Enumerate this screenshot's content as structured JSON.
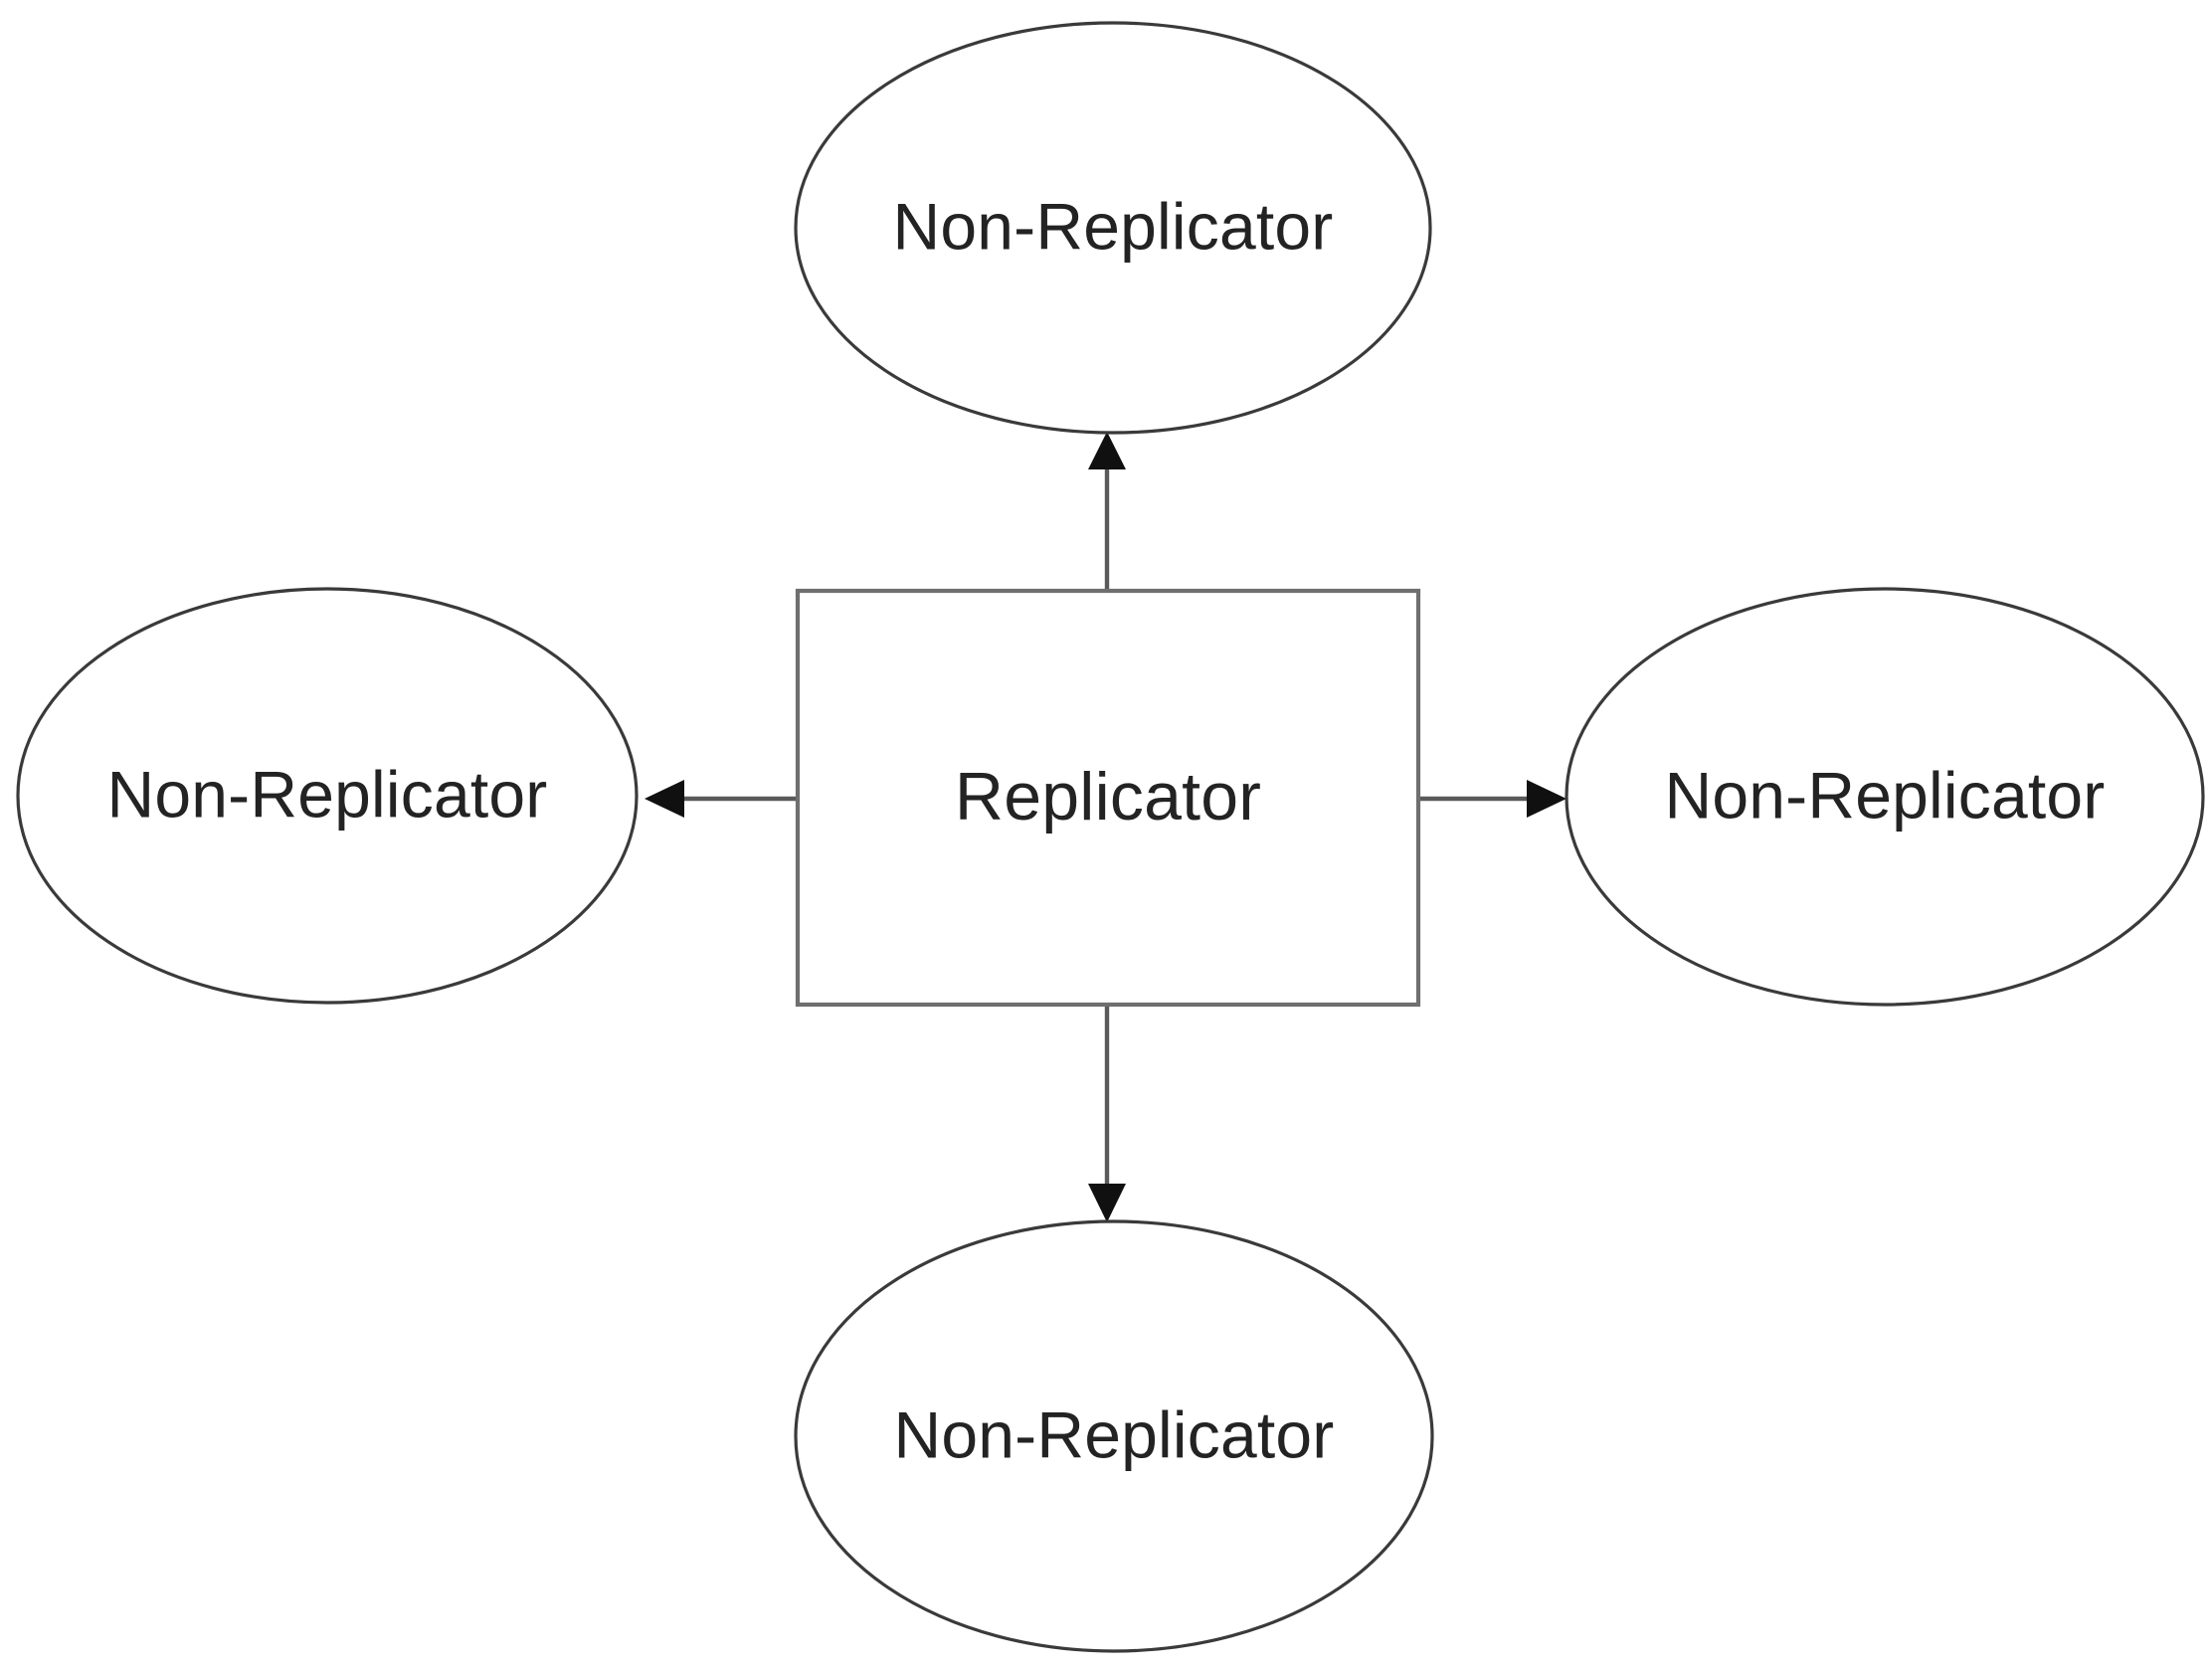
{
  "diagram": {
    "type": "star-topology-node-diagram",
    "background_color": "#ffffff",
    "stroke_color": "#3a3a3a",
    "rect_stroke_color": "#6f6f6f",
    "text_color": "#232323",
    "arrow_color": "#101010",
    "center_node": {
      "id": "replicator",
      "label": "Replicator",
      "shape": "rectangle"
    },
    "peripheral_nodes": [
      {
        "id": "non-replicator-top",
        "label": "Non-Replicator",
        "shape": "ellipse",
        "position": "top"
      },
      {
        "id": "non-replicator-left",
        "label": "Non-Replicator",
        "shape": "ellipse",
        "position": "left"
      },
      {
        "id": "non-replicator-right",
        "label": "Non-Replicator",
        "shape": "ellipse",
        "position": "right"
      },
      {
        "id": "non-replicator-bottom",
        "label": "Non-Replicator",
        "shape": "ellipse",
        "position": "bottom"
      }
    ],
    "edges": [
      {
        "id": "edge-up",
        "from": "replicator",
        "to": "non-replicator-top",
        "direction": "up",
        "arrowhead": "target"
      },
      {
        "id": "edge-left",
        "from": "replicator",
        "to": "non-replicator-left",
        "direction": "left",
        "arrowhead": "target"
      },
      {
        "id": "edge-right",
        "from": "replicator",
        "to": "non-replicator-right",
        "direction": "right",
        "arrowhead": "target"
      },
      {
        "id": "edge-down",
        "from": "replicator",
        "to": "non-replicator-bottom",
        "direction": "down",
        "arrowhead": "target"
      }
    ]
  }
}
